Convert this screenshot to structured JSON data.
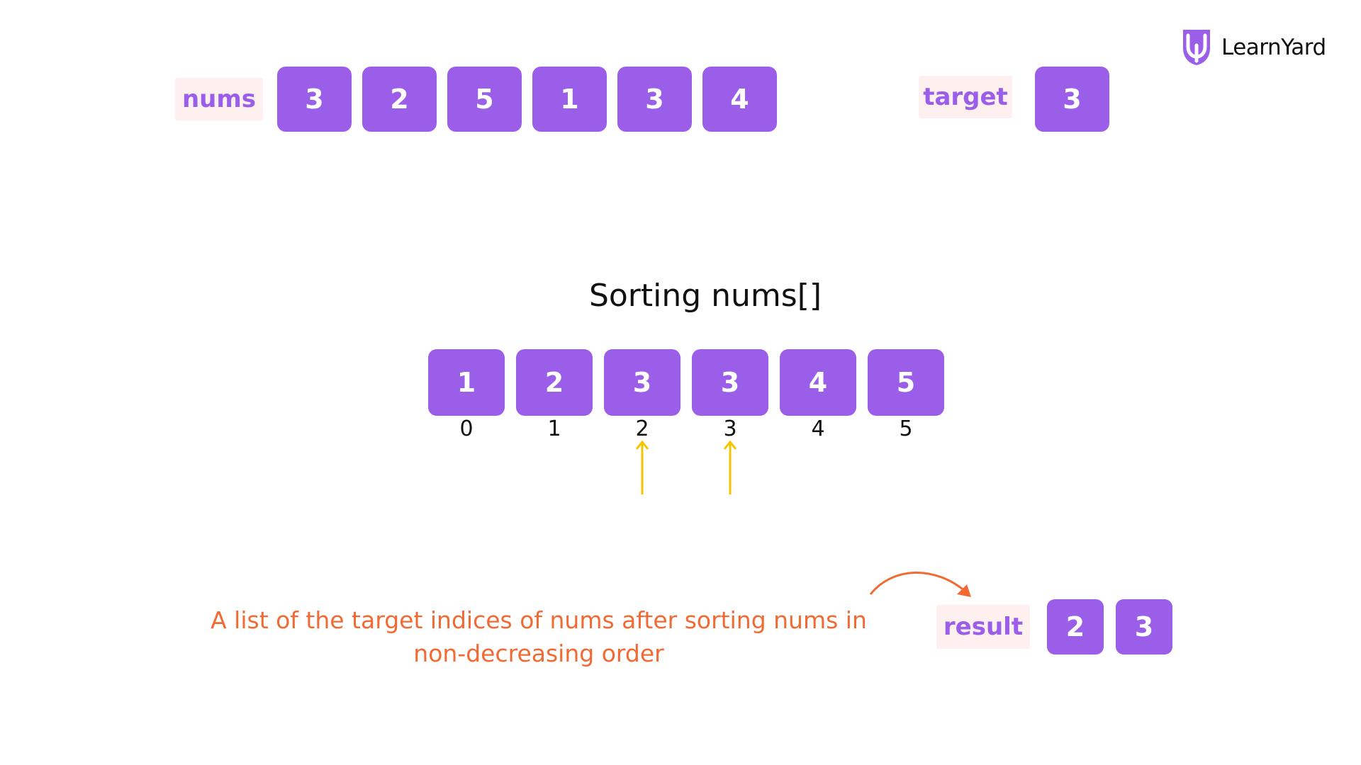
{
  "brand": {
    "name": "LearnYard",
    "logo_icon": "learnyard-shield-icon",
    "accent_color": "#9b5ee8"
  },
  "inputs": {
    "nums_label": "nums",
    "nums": [
      "3",
      "2",
      "5",
      "1",
      "3",
      "4"
    ],
    "target_label": "target",
    "target": "3"
  },
  "sorting": {
    "title": "Sorting nums[]",
    "values": [
      "1",
      "2",
      "3",
      "3",
      "4",
      "5"
    ],
    "indices": [
      "0",
      "1",
      "2",
      "3",
      "4",
      "5"
    ],
    "highlighted_indices": [
      2,
      3
    ],
    "pointer_color": "#f5c400"
  },
  "output": {
    "caption_line1": "A list of the target indices of nums after sorting nums in",
    "caption_line2": "non-decreasing order",
    "caption_color": "#f26a33",
    "result_label": "result",
    "result": [
      "2",
      "3"
    ]
  }
}
